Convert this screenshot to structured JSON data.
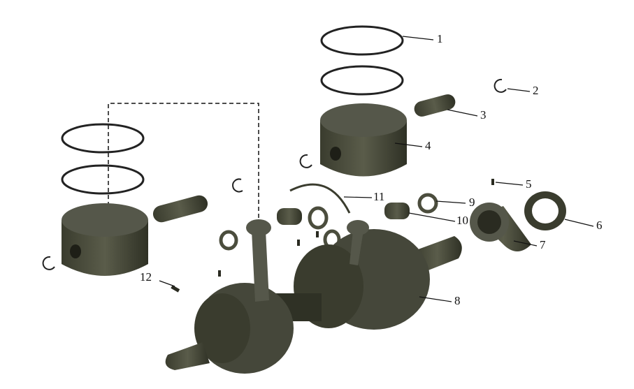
{
  "diagram": {
    "title": "",
    "part_color": "#4b4d3d",
    "callouts": [
      "1",
      "2",
      "3",
      "4",
      "5",
      "6",
      "7",
      "8",
      "9",
      "10",
      "11",
      "12"
    ]
  }
}
